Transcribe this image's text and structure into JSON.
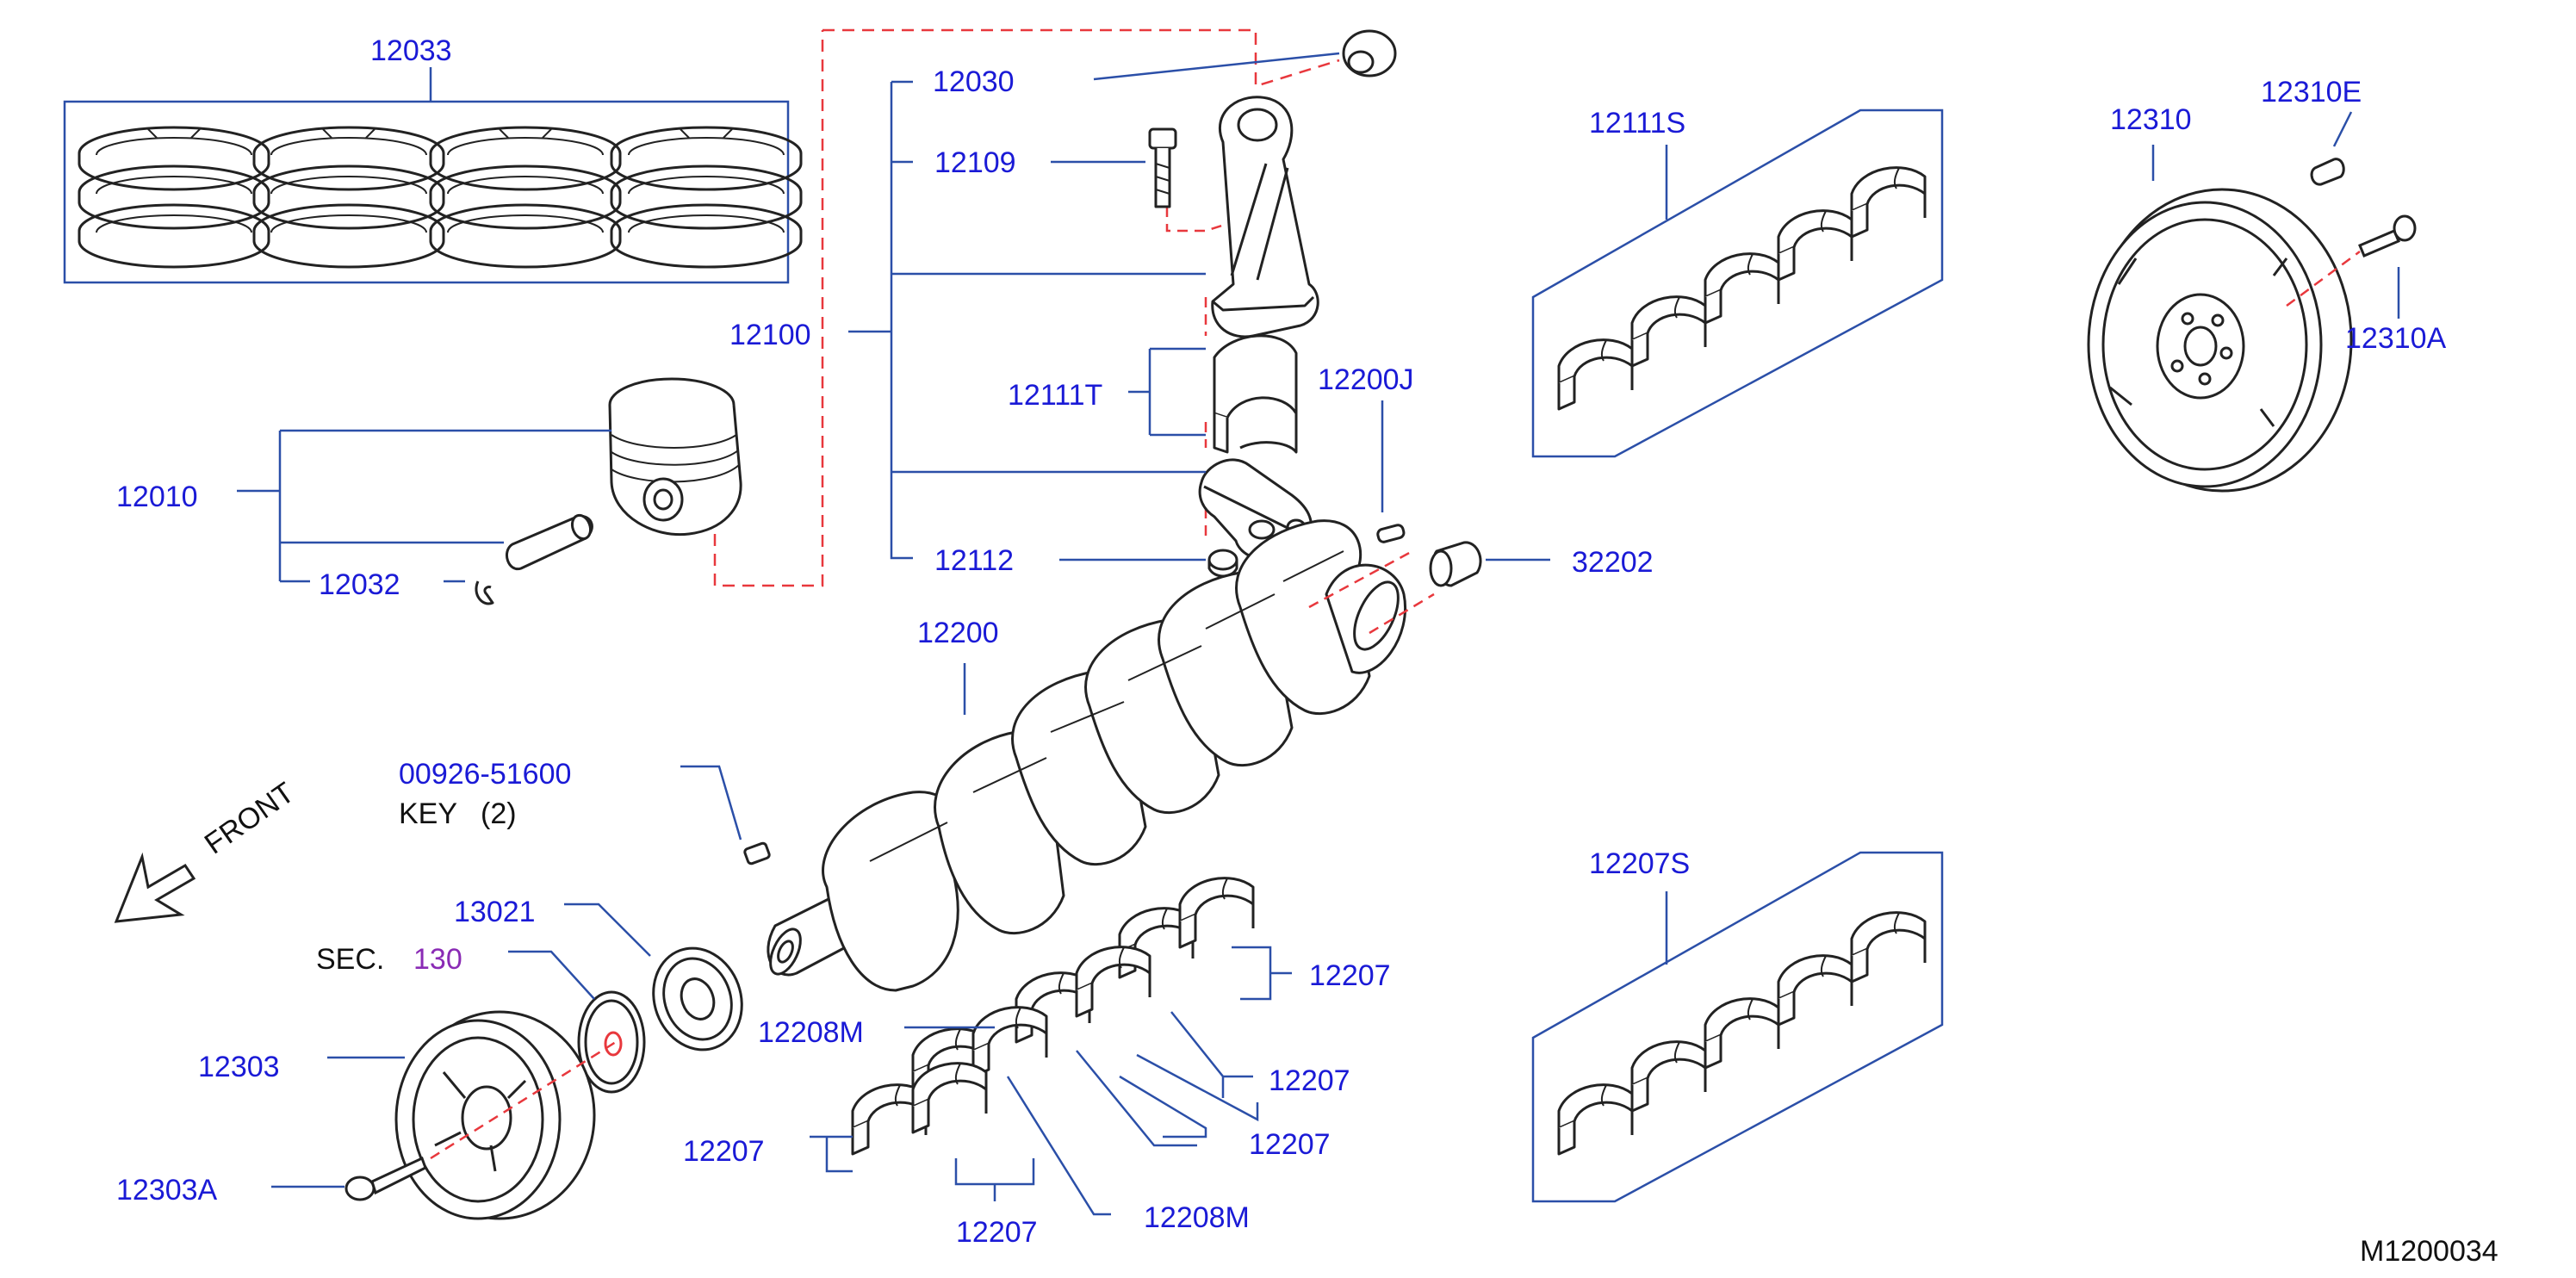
{
  "colors": {
    "part_number": "#1a1ad6",
    "leader": "#2b4fa8",
    "dashed": "#e8383d",
    "line_art": "#222222",
    "black_text": "#111111",
    "section_ref": "#8a2bb5"
  },
  "labels": {
    "p12033": "12033",
    "p12030": "12030",
    "p12109": "12109",
    "p12100": "12100",
    "p12111T": "12111T",
    "p12200J": "12200J",
    "p12010": "12010",
    "p12032": "12032",
    "p12112": "12112",
    "p32202": "32202",
    "p12200": "12200",
    "p00926": "00926-51600",
    "key": "KEY",
    "key_qty": "(2)",
    "front": "FRONT",
    "p13021": "13021",
    "sec": "SEC.",
    "sec_num": "130",
    "p12303": "12303",
    "p12303A": "12303A",
    "p12208M_a": "12208M",
    "p12208M_b": "12208M",
    "p12207_a": "12207",
    "p12207_b": "12207",
    "p12207_c": "12207",
    "p12207_d": "12207",
    "p12207_e": "12207",
    "p12111S": "12111S",
    "p12207S": "12207S",
    "p12310": "12310",
    "p12310E": "12310E",
    "p12310A": "12310A",
    "code": "M1200034"
  },
  "icons": [
    "front-arrow-icon"
  ]
}
